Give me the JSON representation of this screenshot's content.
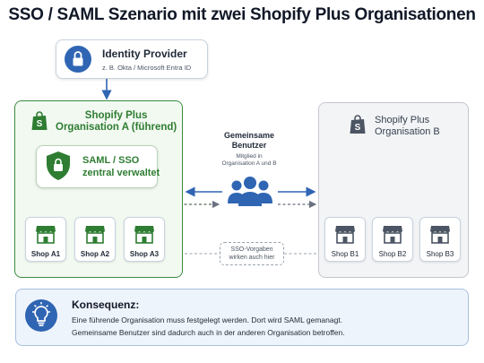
{
  "title": "SSO / SAML Szenario mit zwei Shopify Plus Organisationen",
  "identity_provider": {
    "title": "Identity Provider",
    "subtitle": "z. B. Okta / Microsoft Entra ID",
    "icon": "lock-icon"
  },
  "org_a": {
    "title_line1": "Shopify Plus",
    "title_line2": "Organisation A (führend)",
    "saml_line1": "SAML / SSO",
    "saml_line2": "zentral verwaltet",
    "shops": [
      "Shop A1",
      "Shop A2",
      "Shop A3"
    ],
    "accent": "#2e7d32"
  },
  "org_b": {
    "title_line1": "Shopify Plus",
    "title_line2": "Organisation B",
    "shops": [
      "Shop B1",
      "Shop B2",
      "Shop B3"
    ]
  },
  "shared_users": {
    "title_line1": "Gemeinsame",
    "title_line2": "Benutzer",
    "sub_line1": "Mitglied in",
    "sub_line2": "Organisation A und B",
    "color": "#2f65b3"
  },
  "sso_policy": {
    "line1": "SSO-Vorgaben",
    "line2": "wirken auch hier"
  },
  "consequence": {
    "title": "Konsequenz:",
    "line1": "Eine führende Organisation muss festgelegt werden. Dort wird SAML gemanagt.",
    "line2": "Gemeinsame Benutzer sind dadurch auch in der anderen Organisation betroffen.",
    "icon": "lightbulb-icon"
  }
}
